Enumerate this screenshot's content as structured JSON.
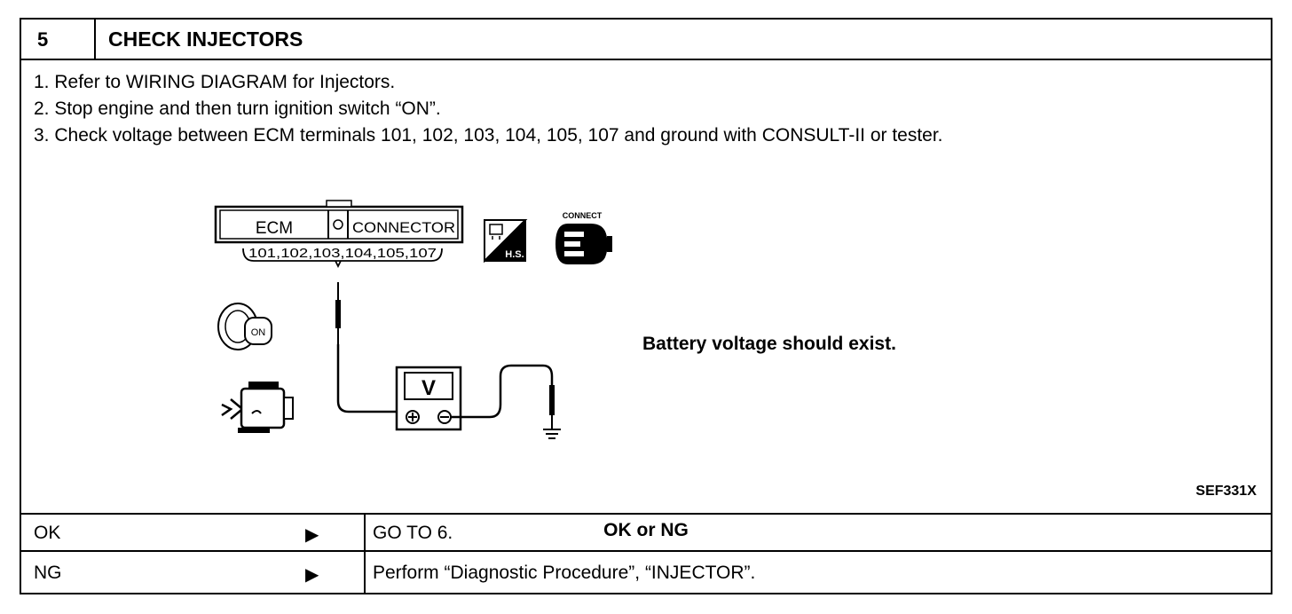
{
  "step": {
    "number": "5",
    "title": "CHECK INJECTORS"
  },
  "instructions": [
    "1.  Refer to WIRING DIAGRAM for Injectors.",
    "2.  Stop engine and then turn ignition switch “ON”.",
    "3.  Check voltage between ECM terminals 101, 102, 103, 104, 105, 107 and ground with CONSULT-II or tester."
  ],
  "figure": {
    "ecm_label": "ECM",
    "connector_label": "CONNECTOR",
    "terminals": "101,102,103,104,105,107",
    "hs_label": "H.S.",
    "connect_label": "CONNECT",
    "ignition_label": "ON",
    "meter_label": "V",
    "code": "SEF331X"
  },
  "expectation": "Battery voltage should exist.",
  "decision": "OK or NG",
  "results": [
    {
      "label": "OK",
      "arrow": "▶",
      "action": "GO TO 6."
    },
    {
      "label": "NG",
      "arrow": "▶",
      "action": "Perform “Diagnostic Procedure”, “INJECTOR”."
    }
  ]
}
